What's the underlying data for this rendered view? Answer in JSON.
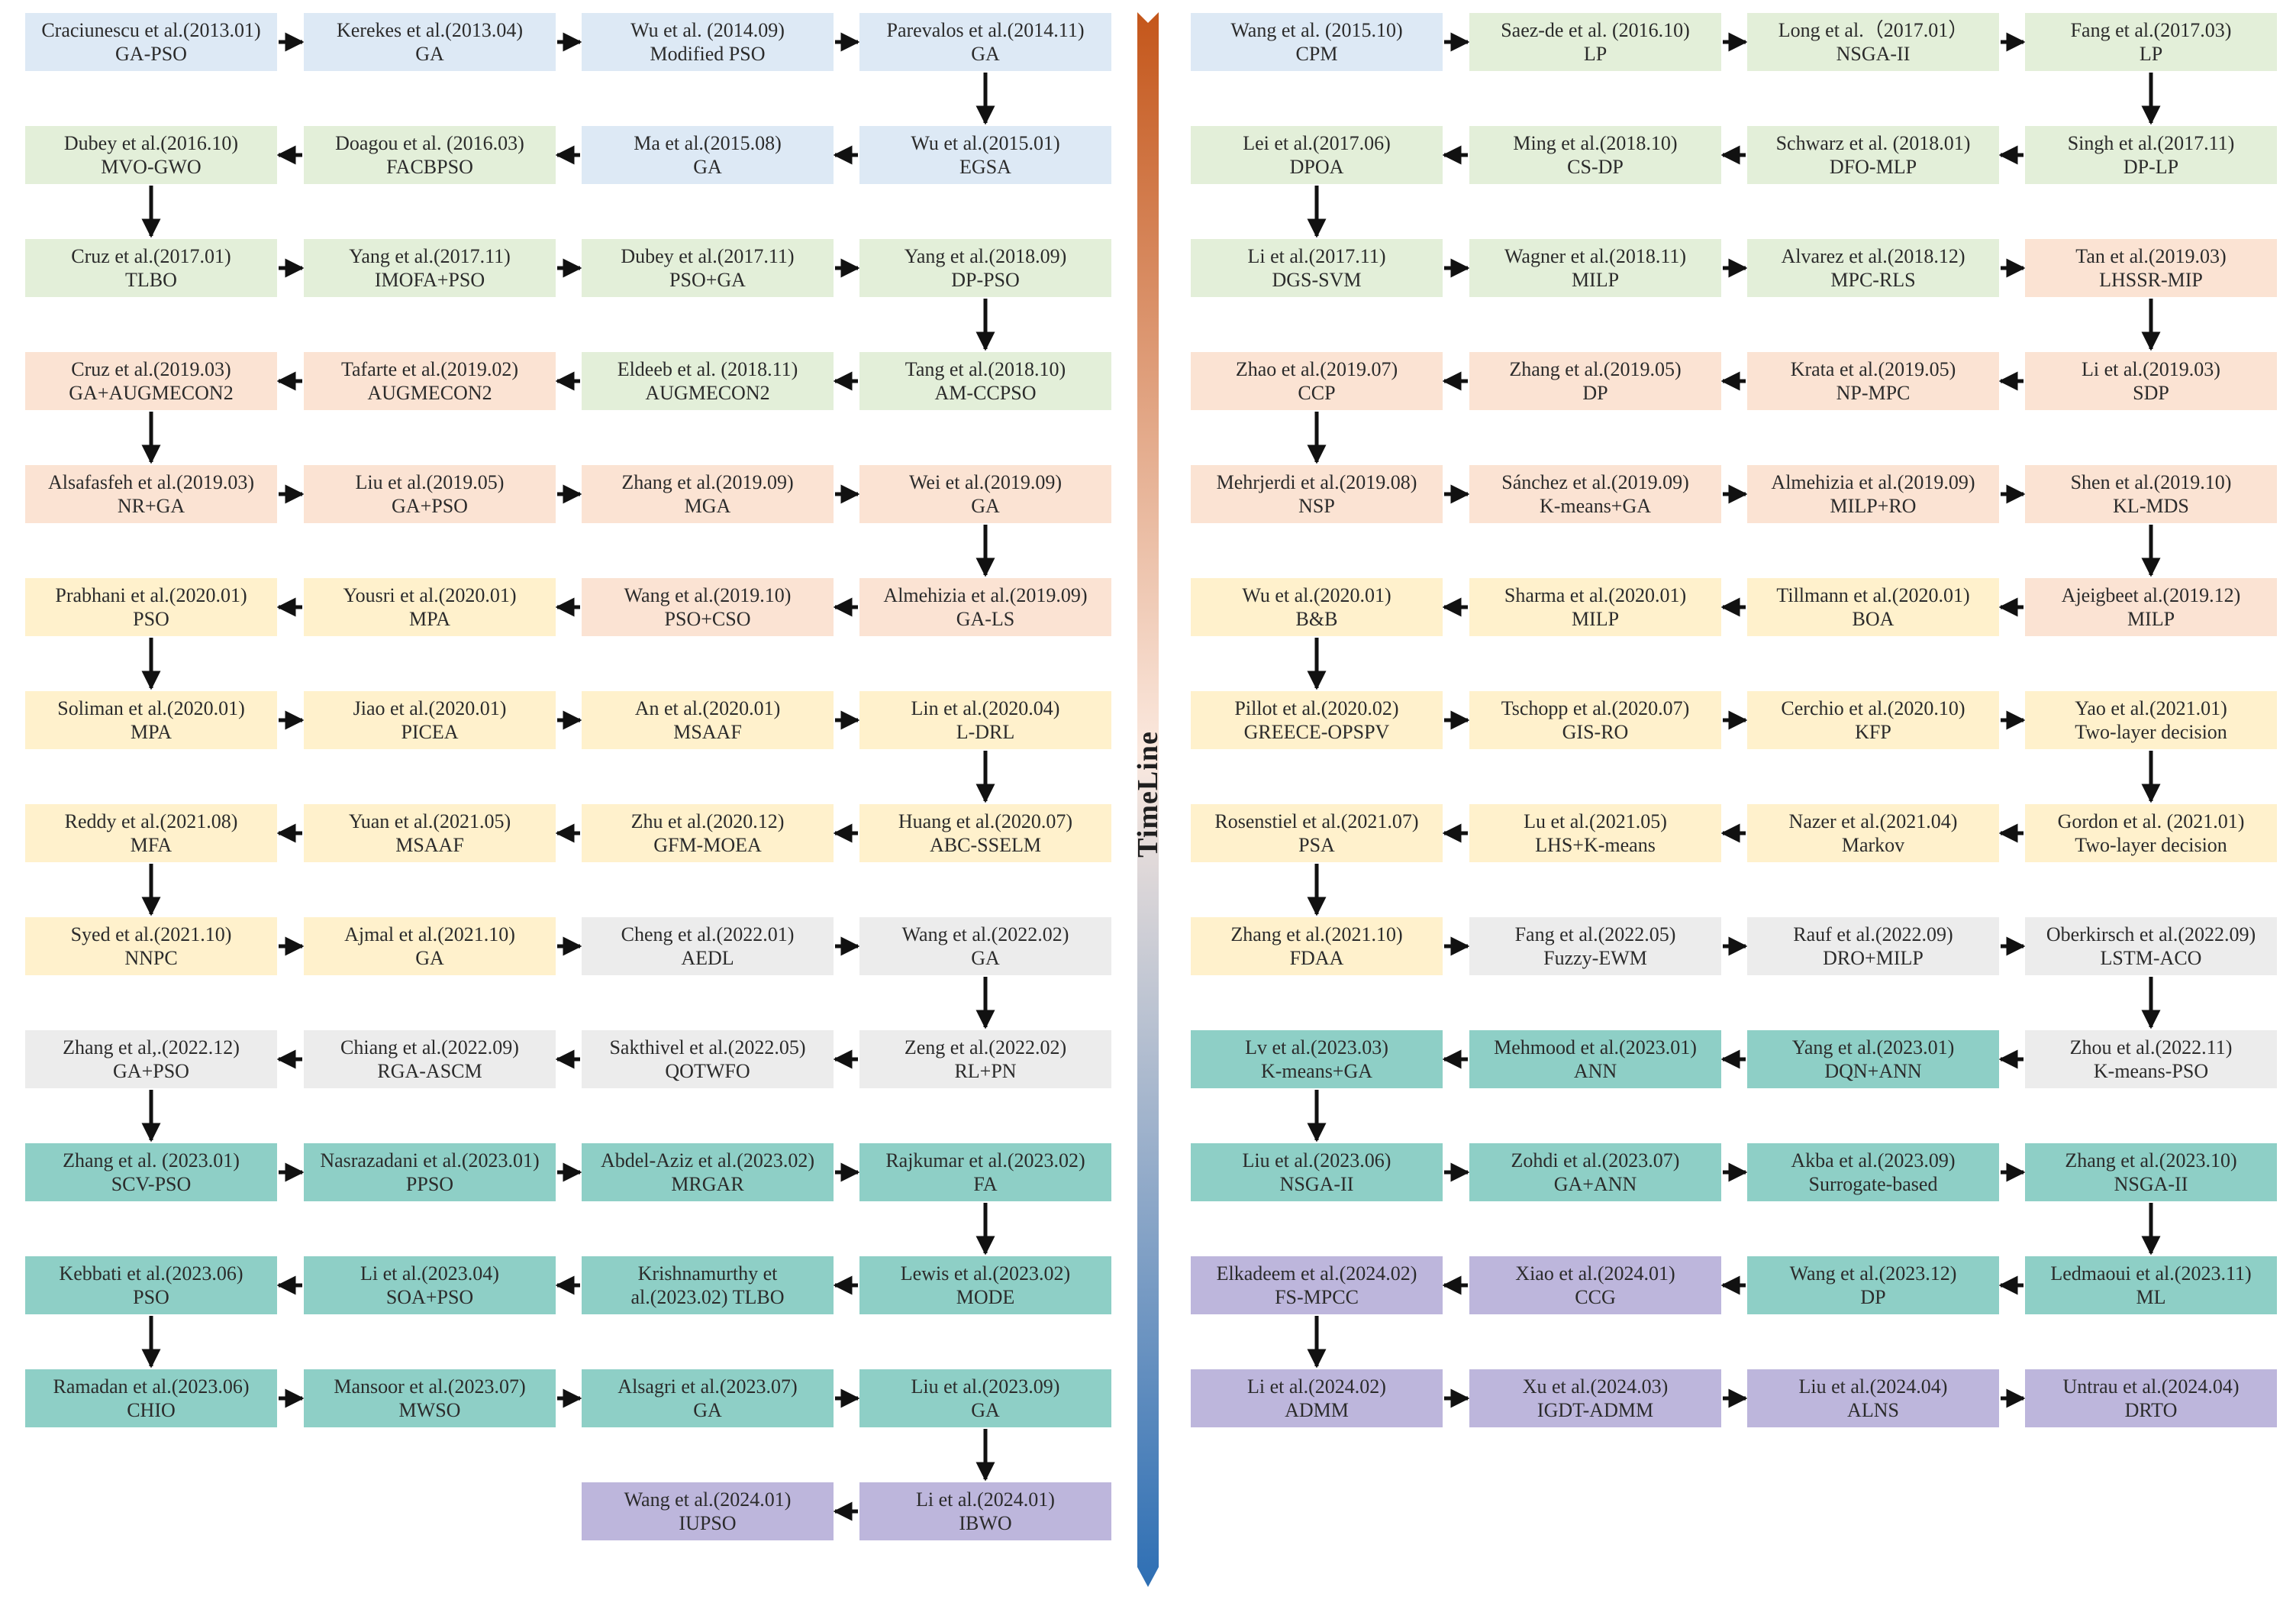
{
  "colors": {
    "blue": "#dde9f5",
    "green": "#e3efd9",
    "peach": "#fbe3d3",
    "yellow": "#fff1cc",
    "gray": "#ececec",
    "teal": "#8ecfc6",
    "purple": "#bdb6dc",
    "arrow": "#111111",
    "timeline_top": "#c4561a",
    "timeline_mid": "#fbe9df",
    "timeline_bottom": "#2e6fb4"
  },
  "timeline_label": "TimeLine",
  "left_panel": {
    "rows": [
      {
        "dir": "right",
        "nodes": [
          {
            "author": "Craciunescu et al.(2013.01)",
            "method": "GA-PSO",
            "color": "blue"
          },
          {
            "author": "Kerekes et al.(2013.04)",
            "method": "GA",
            "color": "blue"
          },
          {
            "author": "Wu et al. (2014.09)",
            "method": "Modified PSO",
            "color": "blue"
          },
          {
            "author": "Parevalos et al.(2014.11)",
            "method": "GA",
            "color": "blue"
          }
        ]
      },
      {
        "dir": "left",
        "nodes": [
          {
            "author": "Dubey et al.(2016.10)",
            "method": "MVO-GWO",
            "color": "green"
          },
          {
            "author": "Doagou et al. (2016.03)",
            "method": "FACBPSO",
            "color": "green"
          },
          {
            "author": "Ma et al.(2015.08)",
            "method": "GA",
            "color": "blue"
          },
          {
            "author": "Wu et al.(2015.01)",
            "method": "EGSA",
            "color": "blue"
          }
        ]
      },
      {
        "dir": "right",
        "nodes": [
          {
            "author": "Cruz et al.(2017.01)",
            "method": "TLBO",
            "color": "green"
          },
          {
            "author": "Yang et al.(2017.11)",
            "method": "IMOFA+PSO",
            "color": "green"
          },
          {
            "author": "Dubey et al.(2017.11)",
            "method": "PSO+GA",
            "color": "green"
          },
          {
            "author": "Yang et al.(2018.09)",
            "method": "DP-PSO",
            "color": "green"
          }
        ]
      },
      {
        "dir": "left",
        "nodes": [
          {
            "author": "Cruz et al.(2019.03)",
            "method": "GA+AUGMECON2",
            "color": "peach"
          },
          {
            "author": "Tafarte et al.(2019.02)",
            "method": "AUGMECON2",
            "color": "peach"
          },
          {
            "author": "Eldeeb et al. (2018.11)",
            "method": "AUGMECON2",
            "color": "green"
          },
          {
            "author": "Tang et al.(2018.10)",
            "method": "AM-CCPSO",
            "color": "green"
          }
        ]
      },
      {
        "dir": "right",
        "nodes": [
          {
            "author": "Alsafasfeh et al.(2019.03)",
            "method": "NR+GA",
            "color": "peach"
          },
          {
            "author": "Liu et al.(2019.05)",
            "method": "GA+PSO",
            "color": "peach"
          },
          {
            "author": "Zhang et al.(2019.09)",
            "method": "MGA",
            "color": "peach"
          },
          {
            "author": "Wei et al.(2019.09)",
            "method": "GA",
            "color": "peach"
          }
        ]
      },
      {
        "dir": "left",
        "nodes": [
          {
            "author": "Prabhani et al.(2020.01)",
            "method": "PSO",
            "color": "yellow"
          },
          {
            "author": "Yousri et al.(2020.01)",
            "method": "MPA",
            "color": "yellow"
          },
          {
            "author": "Wang et al.(2019.10)",
            "method": "PSO+CSO",
            "color": "peach"
          },
          {
            "author": "Almehizia et al.(2019.09)",
            "method": "GA-LS",
            "color": "peach"
          }
        ]
      },
      {
        "dir": "right",
        "nodes": [
          {
            "author": "Soliman et al.(2020.01)",
            "method": "MPA",
            "color": "yellow"
          },
          {
            "author": "Jiao et al.(2020.01)",
            "method": "PICEA",
            "color": "yellow"
          },
          {
            "author": "An et al.(2020.01)",
            "method": "MSAAF",
            "color": "yellow"
          },
          {
            "author": "Lin et al.(2020.04)",
            "method": "L-DRL",
            "color": "yellow"
          }
        ]
      },
      {
        "dir": "left",
        "nodes": [
          {
            "author": "Reddy et al.(2021.08)",
            "method": "MFA",
            "color": "yellow"
          },
          {
            "author": "Yuan et al.(2021.05)",
            "method": "MSAAF",
            "color": "yellow"
          },
          {
            "author": "Zhu et al.(2020.12)",
            "method": "GFM-MOEA",
            "color": "yellow"
          },
          {
            "author": "Huang et al.(2020.07)",
            "method": "ABC-SSELM",
            "color": "yellow"
          }
        ]
      },
      {
        "dir": "right",
        "nodes": [
          {
            "author": "Syed et al.(2021.10)",
            "method": "NNPC",
            "color": "yellow"
          },
          {
            "author": "Ajmal et al.(2021.10)",
            "method": "GA",
            "color": "yellow"
          },
          {
            "author": "Cheng et al.(2022.01)",
            "method": "AEDL",
            "color": "gray"
          },
          {
            "author": "Wang et al.(2022.02)",
            "method": "GA",
            "color": "gray"
          }
        ]
      },
      {
        "dir": "left",
        "nodes": [
          {
            "author": "Zhang et al,.(2022.12)",
            "method": "GA+PSO",
            "color": "gray"
          },
          {
            "author": "Chiang et al.(2022.09)",
            "method": "RGA-ASCM",
            "color": "gray"
          },
          {
            "author": "Sakthivel et al.(2022.05)",
            "method": "QOTWFO",
            "color": "gray"
          },
          {
            "author": "Zeng et al.(2022.02)",
            "method": "RL+PN",
            "color": "gray"
          }
        ]
      },
      {
        "dir": "right",
        "nodes": [
          {
            "author": "Zhang et al. (2023.01)",
            "method": "SCV-PSO",
            "color": "teal"
          },
          {
            "author": "Nasrazadani et al.(2023.01)",
            "method": "PPSO",
            "color": "teal"
          },
          {
            "author": "Abdel-Aziz et al.(2023.02)",
            "method": "MRGAR",
            "color": "teal"
          },
          {
            "author": "Rajkumar et al.(2023.02)",
            "method": "FA",
            "color": "teal"
          }
        ]
      },
      {
        "dir": "left",
        "nodes": [
          {
            "author": "Kebbati et al.(2023.06)",
            "method": "PSO",
            "color": "teal"
          },
          {
            "author": "Li et al.(2023.04)",
            "method": "SOA+PSO",
            "color": "teal"
          },
          {
            "author": "Krishnamurthy et",
            "method": "al.(2023.02) TLBO",
            "color": "teal"
          },
          {
            "author": "Lewis et al.(2023.02)",
            "method": "MODE",
            "color": "teal"
          }
        ]
      },
      {
        "dir": "right",
        "nodes": [
          {
            "author": "Ramadan  et al.(2023.06)",
            "method": "CHIO",
            "color": "teal"
          },
          {
            "author": "Mansoor et al.(2023.07)",
            "method": "MWSO",
            "color": "teal"
          },
          {
            "author": "Alsagri et al.(2023.07)",
            "method": "GA",
            "color": "teal"
          },
          {
            "author": "Liu et al.(2023.09)",
            "method": "GA",
            "color": "teal"
          }
        ]
      },
      {
        "dir": "left",
        "nodes": [
          null,
          null,
          {
            "author": "Wang et al.(2024.01)",
            "method": "IUPSO",
            "color": "purple"
          },
          {
            "author": "Li et al.(2024.01)",
            "method": "IBWO",
            "color": "purple"
          }
        ]
      }
    ]
  },
  "right_panel": {
    "rows": [
      {
        "dir": "right",
        "nodes": [
          {
            "author": "Wang et al. (2015.10)",
            "method": "CPM",
            "color": "blue"
          },
          {
            "author": "Saez-de et al. (2016.10)",
            "method": "LP",
            "color": "green"
          },
          {
            "author": "Long et al.（2017.01）",
            "method": "NSGA-II",
            "color": "green"
          },
          {
            "author": "Fang et al.(2017.03)",
            "method": "LP",
            "color": "green"
          }
        ]
      },
      {
        "dir": "left",
        "nodes": [
          {
            "author": "Lei et al.(2017.06)",
            "method": "DPOA",
            "color": "green"
          },
          {
            "author": "Ming et al.(2018.10)",
            "method": "CS-DP",
            "color": "green"
          },
          {
            "author": "Schwarz et al. (2018.01)",
            "method": "DFO-MLP",
            "color": "green"
          },
          {
            "author": "Singh et al.(2017.11)",
            "method": "DP-LP",
            "color": "green"
          }
        ]
      },
      {
        "dir": "right",
        "nodes": [
          {
            "author": "Li et al.(2017.11)",
            "method": "DGS-SVM",
            "color": "green"
          },
          {
            "author": "Wagner et al.(2018.11)",
            "method": "MILP",
            "color": "green"
          },
          {
            "author": "Alvarez et al.(2018.12)",
            "method": "MPC-RLS",
            "color": "green"
          },
          {
            "author": "Tan et al.(2019.03)",
            "method": "LHSSR-MIP",
            "color": "peach"
          }
        ]
      },
      {
        "dir": "left",
        "nodes": [
          {
            "author": "Zhao et al.(2019.07)",
            "method": "CCP",
            "color": "peach"
          },
          {
            "author": "Zhang et al.(2019.05)",
            "method": "DP",
            "color": "peach"
          },
          {
            "author": "Krata et al.(2019.05)",
            "method": "NP-MPC",
            "color": "peach"
          },
          {
            "author": "Li et al.(2019.03)",
            "method": "SDP",
            "color": "peach"
          }
        ]
      },
      {
        "dir": "right",
        "nodes": [
          {
            "author": "Mehrjerdi et al.(2019.08)",
            "method": "NSP",
            "color": "peach"
          },
          {
            "author": "Sánchez et al.(2019.09)",
            "method": "K-means+GA",
            "color": "peach"
          },
          {
            "author": "Almehizia et al.(2019.09)",
            "method": "MILP+RO",
            "color": "peach"
          },
          {
            "author": "Shen et al.(2019.10)",
            "method": "KL-MDS",
            "color": "peach"
          }
        ]
      },
      {
        "dir": "left",
        "nodes": [
          {
            "author": "Wu et al.(2020.01)",
            "method": "B&B",
            "color": "yellow"
          },
          {
            "author": "Sharma et al.(2020.01)",
            "method": "MILP",
            "color": "yellow"
          },
          {
            "author": "Tillmann et al.(2020.01)",
            "method": "BOA",
            "color": "yellow"
          },
          {
            "author": "Ajeigbeet al.(2019.12)",
            "method": "MILP",
            "color": "peach"
          }
        ]
      },
      {
        "dir": "right",
        "nodes": [
          {
            "author": "Pillot et al.(2020.02)",
            "method": "GREECE-OPSPV",
            "color": "yellow"
          },
          {
            "author": "Tschopp et al.(2020.07)",
            "method": "GIS-RO",
            "color": "yellow"
          },
          {
            "author": "Cerchio et al.(2020.10)",
            "method": "KFP",
            "color": "yellow"
          },
          {
            "author": "Yao et al.(2021.01)",
            "method": "Two-layer decision",
            "color": "yellow"
          }
        ]
      },
      {
        "dir": "left",
        "nodes": [
          {
            "author": "Rosenstiel et al.(2021.07)",
            "method": "PSA",
            "color": "yellow"
          },
          {
            "author": "Lu et al.(2021.05)",
            "method": "LHS+K-means",
            "color": "yellow"
          },
          {
            "author": "Nazer et al.(2021.04)",
            "method": "Markov",
            "color": "yellow"
          },
          {
            "author": "Gordon et al. (2021.01)",
            "method": "Two-layer decision",
            "color": "yellow"
          }
        ]
      },
      {
        "dir": "right",
        "nodes": [
          {
            "author": "Zhang et al.(2021.10)",
            "method": "FDAA",
            "color": "yellow"
          },
          {
            "author": "Fang et al.(2022.05)",
            "method": "Fuzzy-EWM",
            "color": "gray"
          },
          {
            "author": "Rauf et al.(2022.09)",
            "method": "DRO+MILP",
            "color": "gray"
          },
          {
            "author": "Oberkirsch et al.(2022.09)",
            "method": "LSTM-ACO",
            "color": "gray"
          }
        ]
      },
      {
        "dir": "left",
        "nodes": [
          {
            "author": "Lv et al.(2023.03)",
            "method": "K-means+GA",
            "color": "teal"
          },
          {
            "author": "Mehmood et al.(2023.01)",
            "method": "ANN",
            "color": "teal"
          },
          {
            "author": "Yang et al.(2023.01)",
            "method": "DQN+ANN",
            "color": "teal"
          },
          {
            "author": "Zhou et al.(2022.11)",
            "method": "K-means-PSO",
            "color": "gray"
          }
        ]
      },
      {
        "dir": "right",
        "nodes": [
          {
            "author": "Liu et al.(2023.06)",
            "method": "NSGA-II",
            "color": "teal"
          },
          {
            "author": "Zohdi  et al.(2023.07)",
            "method": "GA+ANN",
            "color": "teal"
          },
          {
            "author": "Akba et al.(2023.09)",
            "method": "Surrogate-based",
            "color": "teal"
          },
          {
            "author": "Zhang et al.(2023.10)",
            "method": "NSGA-II",
            "color": "teal"
          }
        ]
      },
      {
        "dir": "left",
        "nodes": [
          {
            "author": "Elkadeem et al.(2024.02)",
            "method": "FS-MPCC",
            "color": "purple"
          },
          {
            "author": "Xiao et al.(2024.01)",
            "method": "CCG",
            "color": "purple"
          },
          {
            "author": "Wang et al.(2023.12)",
            "method": "DP",
            "color": "teal"
          },
          {
            "author": "Ledmaoui et al.(2023.11)",
            "method": "ML",
            "color": "teal"
          }
        ]
      },
      {
        "dir": "right",
        "nodes": [
          {
            "author": "Li et al.(2024.02)",
            "method": "ADMM",
            "color": "purple"
          },
          {
            "author": "Xu et al.(2024.03)",
            "method": "IGDT-ADMM",
            "color": "purple"
          },
          {
            "author": "Liu et al.(2024.04)",
            "method": "ALNS",
            "color": "purple"
          },
          {
            "author": "Untrau et al.(2024.04)",
            "method": "DRTO",
            "color": "purple"
          }
        ]
      }
    ]
  }
}
